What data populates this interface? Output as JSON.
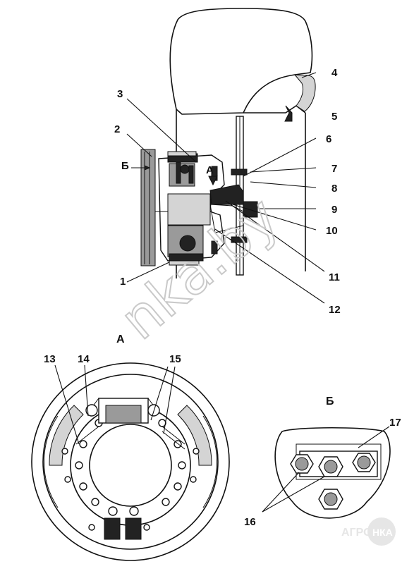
{
  "callouts": {
    "c1": "1",
    "c2": "2",
    "c3": "3",
    "c4": "4",
    "c5": "5",
    "c6": "6",
    "c7": "7",
    "c8": "8",
    "c9": "9",
    "c10": "10",
    "c11": "11",
    "c12": "12",
    "c13": "13",
    "c14": "14",
    "c15": "15",
    "c16": "16",
    "c17": "17"
  },
  "view_labels": {
    "view_a_main": "А",
    "view_a_title": "А",
    "view_b_main": "Б",
    "view_b_title": "Б"
  },
  "watermark": {
    "text": "nka.by"
  },
  "logo": {
    "left": "АГРО",
    "right": "НКА"
  }
}
